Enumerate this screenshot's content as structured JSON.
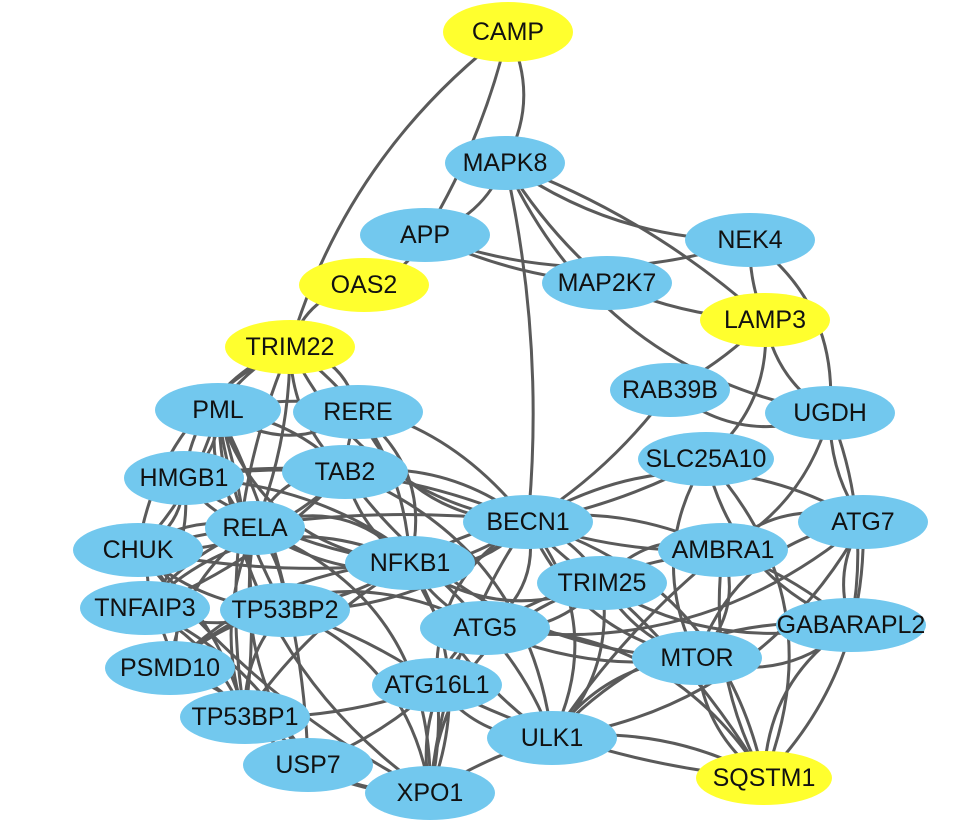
{
  "colors": {
    "seed": "#ffff2e",
    "node": "#72c8ee",
    "edge": "#5a5a5a",
    "label": "#111111"
  },
  "nodes": [
    {
      "id": "CAMP",
      "label": "CAMP",
      "type": "seed"
    },
    {
      "id": "MAPK8",
      "label": "MAPK8",
      "type": "node"
    },
    {
      "id": "APP",
      "label": "APP",
      "type": "node"
    },
    {
      "id": "NEK4",
      "label": "NEK4",
      "type": "node"
    },
    {
      "id": "OAS2",
      "label": "OAS2",
      "type": "seed"
    },
    {
      "id": "MAP2K7",
      "label": "MAP2K7",
      "type": "node"
    },
    {
      "id": "LAMP3",
      "label": "LAMP3",
      "type": "seed"
    },
    {
      "id": "TRIM22",
      "label": "TRIM22",
      "type": "seed"
    },
    {
      "id": "RAB39B",
      "label": "RAB39B",
      "type": "node"
    },
    {
      "id": "PML",
      "label": "PML",
      "type": "node"
    },
    {
      "id": "RERE",
      "label": "RERE",
      "type": "node"
    },
    {
      "id": "UGDH",
      "label": "UGDH",
      "type": "node"
    },
    {
      "id": "SLC25A10",
      "label": "SLC25A10",
      "type": "node"
    },
    {
      "id": "HMGB1",
      "label": "HMGB1",
      "type": "node"
    },
    {
      "id": "TAB2",
      "label": "TAB2",
      "type": "node"
    },
    {
      "id": "BECN1",
      "label": "BECN1",
      "type": "node"
    },
    {
      "id": "ATG7",
      "label": "ATG7",
      "type": "node"
    },
    {
      "id": "RELA",
      "label": "RELA",
      "type": "node"
    },
    {
      "id": "CHUK",
      "label": "CHUK",
      "type": "node"
    },
    {
      "id": "AMBRA1",
      "label": "AMBRA1",
      "type": "node"
    },
    {
      "id": "NFKB1",
      "label": "NFKB1",
      "type": "node"
    },
    {
      "id": "TRIM25",
      "label": "TRIM25",
      "type": "node"
    },
    {
      "id": "TNFAIP3",
      "label": "TNFAIP3",
      "type": "node"
    },
    {
      "id": "TP53BP2",
      "label": "TP53BP2",
      "type": "node"
    },
    {
      "id": "GABARAPL2",
      "label": "GABARAPL2",
      "type": "node"
    },
    {
      "id": "ATG5",
      "label": "ATG5",
      "type": "node"
    },
    {
      "id": "MTOR",
      "label": "MTOR",
      "type": "node"
    },
    {
      "id": "PSMD10",
      "label": "PSMD10",
      "type": "node"
    },
    {
      "id": "ATG16L1",
      "label": "ATG16L1",
      "type": "node"
    },
    {
      "id": "TP53BP1",
      "label": "TP53BP1",
      "type": "node"
    },
    {
      "id": "ULK1",
      "label": "ULK1",
      "type": "node"
    },
    {
      "id": "USP7",
      "label": "USP7",
      "type": "node"
    },
    {
      "id": "SQSTM1",
      "label": "SQSTM1",
      "type": "seed"
    },
    {
      "id": "XPO1",
      "label": "XPO1",
      "type": "node"
    }
  ],
  "edges": [
    [
      "CAMP",
      "MAPK8"
    ],
    [
      "CAMP",
      "APP"
    ],
    [
      "CAMP",
      "TRIM22"
    ],
    [
      "MAPK8",
      "APP"
    ],
    [
      "MAPK8",
      "NEK4"
    ],
    [
      "MAPK8",
      "MAP2K7"
    ],
    [
      "MAPK8",
      "LAMP3"
    ],
    [
      "MAPK8",
      "UGDH"
    ],
    [
      "MAPK8",
      "BECN1"
    ],
    [
      "APP",
      "OAS2"
    ],
    [
      "APP",
      "MAP2K7"
    ],
    [
      "APP",
      "NEK4"
    ],
    [
      "NEK4",
      "LAMP3"
    ],
    [
      "NEK4",
      "UGDH"
    ],
    [
      "MAP2K7",
      "LAMP3"
    ],
    [
      "OAS2",
      "TRIM22"
    ],
    [
      "LAMP3",
      "RAB39B"
    ],
    [
      "LAMP3",
      "UGDH"
    ],
    [
      "LAMP3",
      "SLC25A10"
    ],
    [
      "RAB39B",
      "UGDH"
    ],
    [
      "RAB39B",
      "BECN1"
    ],
    [
      "UGDH",
      "ATG7"
    ],
    [
      "UGDH",
      "GABARAPL2"
    ],
    [
      "UGDH",
      "AMBRA1"
    ],
    [
      "SLC25A10",
      "BECN1"
    ],
    [
      "SLC25A10",
      "GABARAPL2"
    ],
    [
      "SLC25A10",
      "MTOR"
    ],
    [
      "SLC25A10",
      "SQSTM1"
    ],
    [
      "TRIM22",
      "PML"
    ],
    [
      "TRIM22",
      "RERE"
    ],
    [
      "TRIM22",
      "HMGB1"
    ],
    [
      "TRIM22",
      "TAB2"
    ],
    [
      "TRIM22",
      "RELA"
    ],
    [
      "TRIM22",
      "CHUK"
    ],
    [
      "TRIM22",
      "NFKB1"
    ],
    [
      "TRIM22",
      "BECN1"
    ],
    [
      "TRIM22",
      "TP53BP1"
    ],
    [
      "PML",
      "RERE"
    ],
    [
      "PML",
      "HMGB1"
    ],
    [
      "PML",
      "TAB2"
    ],
    [
      "PML",
      "RELA"
    ],
    [
      "PML",
      "CHUK"
    ],
    [
      "PML",
      "NFKB1"
    ],
    [
      "PML",
      "TP53BP2"
    ],
    [
      "PML",
      "TP53BP1"
    ],
    [
      "PML",
      "USP7"
    ],
    [
      "PML",
      "XPO1"
    ],
    [
      "PML",
      "BECN1"
    ],
    [
      "RERE",
      "TAB2"
    ],
    [
      "RERE",
      "NFKB1"
    ],
    [
      "RERE",
      "BECN1"
    ],
    [
      "HMGB1",
      "TAB2"
    ],
    [
      "HMGB1",
      "RELA"
    ],
    [
      "HMGB1",
      "CHUK"
    ],
    [
      "HMGB1",
      "NFKB1"
    ],
    [
      "HMGB1",
      "BECN1"
    ],
    [
      "HMGB1",
      "TNFAIP3"
    ],
    [
      "HMGB1",
      "ATG5"
    ],
    [
      "TAB2",
      "RELA"
    ],
    [
      "TAB2",
      "CHUK"
    ],
    [
      "TAB2",
      "NFKB1"
    ],
    [
      "TAB2",
      "BECN1"
    ],
    [
      "TAB2",
      "TNFAIP3"
    ],
    [
      "TAB2",
      "ULK1"
    ],
    [
      "TAB2",
      "MTOR"
    ],
    [
      "RELA",
      "CHUK"
    ],
    [
      "RELA",
      "NFKB1"
    ],
    [
      "RELA",
      "TNFAIP3"
    ],
    [
      "RELA",
      "TP53BP2"
    ],
    [
      "RELA",
      "PSMD10"
    ],
    [
      "RELA",
      "TP53BP1"
    ],
    [
      "RELA",
      "USP7"
    ],
    [
      "RELA",
      "BECN1"
    ],
    [
      "RELA",
      "XPO1"
    ],
    [
      "CHUK",
      "NFKB1"
    ],
    [
      "CHUK",
      "TNFAIP3"
    ],
    [
      "CHUK",
      "TP53BP2"
    ],
    [
      "CHUK",
      "PSMD10"
    ],
    [
      "CHUK",
      "TP53BP1"
    ],
    [
      "CHUK",
      "XPO1"
    ],
    [
      "CHUK",
      "BECN1"
    ],
    [
      "NFKB1",
      "TNFAIP3"
    ],
    [
      "NFKB1",
      "TP53BP2"
    ],
    [
      "NFKB1",
      "PSMD10"
    ],
    [
      "NFKB1",
      "TP53BP1"
    ],
    [
      "NFKB1",
      "ATG5"
    ],
    [
      "NFKB1",
      "BECN1"
    ],
    [
      "NFKB1",
      "XPO1"
    ],
    [
      "NFKB1",
      "AMBRA1"
    ],
    [
      "NFKB1",
      "TRIM25"
    ],
    [
      "NFKB1",
      "ULK1"
    ],
    [
      "TNFAIP3",
      "TP53BP2"
    ],
    [
      "TNFAIP3",
      "PSMD10"
    ],
    [
      "TNFAIP3",
      "TP53BP1"
    ],
    [
      "TNFAIP3",
      "USP7"
    ],
    [
      "TP53BP2",
      "PSMD10"
    ],
    [
      "TP53BP2",
      "TP53BP1"
    ],
    [
      "TP53BP2",
      "ATG16L1"
    ],
    [
      "TP53BP2",
      "XPO1"
    ],
    [
      "TP53BP2",
      "BECN1"
    ],
    [
      "PSMD10",
      "TP53BP1"
    ],
    [
      "PSMD10",
      "USP7"
    ],
    [
      "PSMD10",
      "ATG5"
    ],
    [
      "TP53BP1",
      "USP7"
    ],
    [
      "TP53BP1",
      "XPO1"
    ],
    [
      "TP53BP1",
      "ATG16L1"
    ],
    [
      "USP7",
      "XPO1"
    ],
    [
      "USP7",
      "ATG16L1"
    ],
    [
      "BECN1",
      "ATG7"
    ],
    [
      "BECN1",
      "AMBRA1"
    ],
    [
      "BECN1",
      "TRIM25"
    ],
    [
      "BECN1",
      "ATG5"
    ],
    [
      "BECN1",
      "ATG16L1"
    ],
    [
      "BECN1",
      "ULK1"
    ],
    [
      "BECN1",
      "MTOR"
    ],
    [
      "BECN1",
      "SQSTM1"
    ],
    [
      "BECN1",
      "GABARAPL2"
    ],
    [
      "BECN1",
      "XPO1"
    ],
    [
      "ATG7",
      "AMBRA1"
    ],
    [
      "ATG7",
      "GABARAPL2"
    ],
    [
      "ATG7",
      "SQSTM1"
    ],
    [
      "ATG7",
      "MTOR"
    ],
    [
      "ATG7",
      "ATG5"
    ],
    [
      "ATG7",
      "ULK1"
    ],
    [
      "AMBRA1",
      "TRIM25"
    ],
    [
      "AMBRA1",
      "MTOR"
    ],
    [
      "AMBRA1",
      "ULK1"
    ],
    [
      "AMBRA1",
      "GABARAPL2"
    ],
    [
      "AMBRA1",
      "SQSTM1"
    ],
    [
      "AMBRA1",
      "ATG5"
    ],
    [
      "TRIM25",
      "ATG5"
    ],
    [
      "TRIM25",
      "ULK1"
    ],
    [
      "TRIM25",
      "MTOR"
    ],
    [
      "TRIM25",
      "SQSTM1"
    ],
    [
      "TRIM25",
      "XPO1"
    ],
    [
      "GABARAPL2",
      "MTOR"
    ],
    [
      "GABARAPL2",
      "SQSTM1"
    ],
    [
      "GABARAPL2",
      "ULK1"
    ],
    [
      "ATG5",
      "ATG16L1"
    ],
    [
      "ATG5",
      "ULK1"
    ],
    [
      "ATG5",
      "MTOR"
    ],
    [
      "ATG5",
      "XPO1"
    ],
    [
      "ATG5",
      "SQSTM1"
    ],
    [
      "MTOR",
      "ULK1"
    ],
    [
      "MTOR",
      "SQSTM1"
    ],
    [
      "ATG16L1",
      "ULK1"
    ],
    [
      "ATG16L1",
      "XPO1"
    ],
    [
      "ATG16L1",
      "SQSTM1"
    ],
    [
      "ULK1",
      "SQSTM1"
    ],
    [
      "ULK1",
      "XPO1"
    ]
  ]
}
